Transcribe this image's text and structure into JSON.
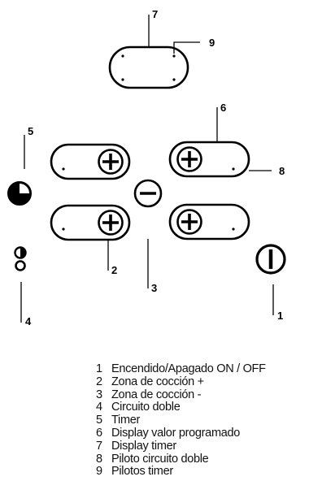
{
  "callouts": [
    "7",
    "9",
    "5",
    "6",
    "8",
    "2",
    "3",
    "4",
    "1"
  ],
  "legend": [
    {
      "num": "1",
      "text": "Encendido/Apagado ON / OFF"
    },
    {
      "num": "2",
      "text": "Zona de cocción +"
    },
    {
      "num": "3",
      "text": "Zona de cocción -"
    },
    {
      "num": "4",
      "text": "Circuito doble"
    },
    {
      "num": "5",
      "text": "Timer"
    },
    {
      "num": "6",
      "text": "Display valor programado"
    },
    {
      "num": "7",
      "text": "Display timer"
    },
    {
      "num": "8",
      "text": "Piloto circuito doble"
    },
    {
      "num": "9",
      "text": "Pilotos timer"
    }
  ]
}
